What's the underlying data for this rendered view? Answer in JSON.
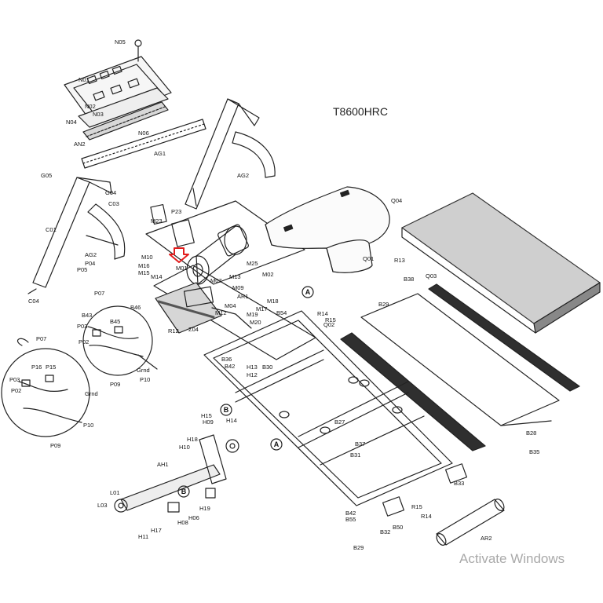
{
  "title": "T8600HRC",
  "watermark": "Activate Windows",
  "callouts": [
    "N05",
    "N01",
    "N02",
    "N03",
    "N04",
    "N06",
    "AN2",
    "AG1",
    "AG2",
    "G05",
    "G04",
    "C03",
    "C01",
    "AG2",
    "P04",
    "P05",
    "C04",
    "P23",
    "M23",
    "M10",
    "M16",
    "M15",
    "M14",
    "M01",
    "M25",
    "M02",
    "M07",
    "M09",
    "M13",
    "M04",
    "M12",
    "AR1",
    "M18",
    "M19",
    "M20",
    "M17",
    "B54",
    "P07",
    "B46",
    "B43",
    "B45",
    "P03",
    "P02",
    "Z04",
    "R12",
    "B36",
    "B42",
    "H13",
    "H12",
    "B30",
    "R14",
    "R15",
    "P07",
    "P16",
    "P15",
    "P03",
    "P02",
    "Grnd",
    "P09",
    "P10",
    "Grnd",
    "P10",
    "P09",
    "Q01",
    "Q04",
    "R13",
    "B38",
    "Q03",
    "B29",
    "Q02",
    "B27",
    "B37",
    "B31",
    "H09",
    "H18",
    "H14",
    "H15",
    "H10",
    "AH1",
    "L01",
    "L03",
    "H08",
    "H19",
    "H11",
    "H17",
    "H06",
    "B28",
    "B35",
    "B33",
    "B42",
    "B55",
    "B32",
    "B50",
    "R15",
    "R14",
    "AR2",
    "B29"
  ],
  "markers": [
    "A",
    "A",
    "B",
    "B"
  ]
}
